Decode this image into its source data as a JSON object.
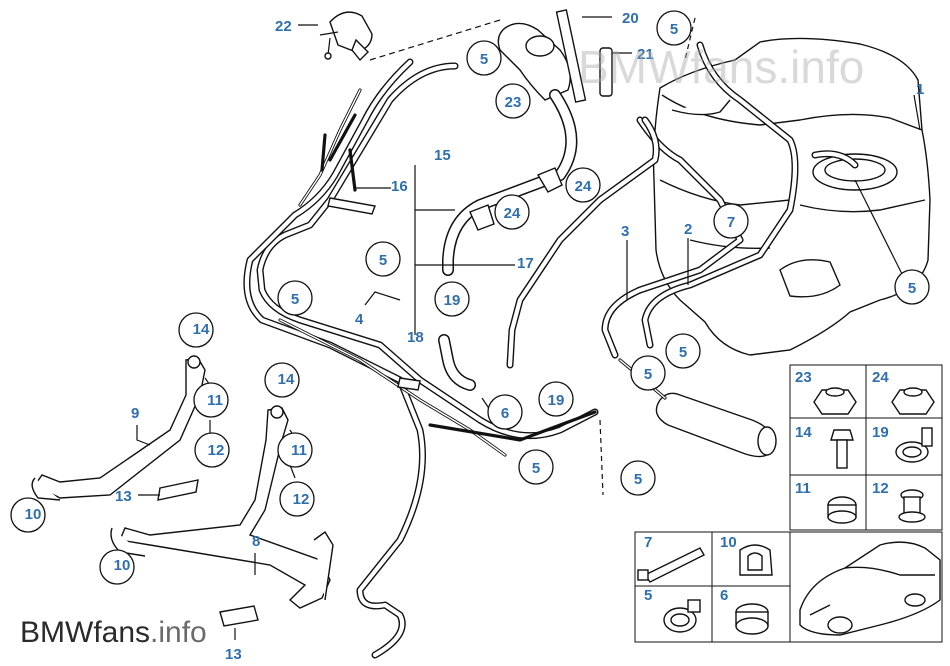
{
  "watermark": {
    "main_prefix": "BMWfans",
    "main_suffix": ".info",
    "faint": "BMWfans.info"
  },
  "callouts": {
    "c1": "1",
    "c2": "2",
    "c3": "3",
    "c4": "4",
    "c5a": "5",
    "c5b": "5",
    "c5c": "5",
    "c5d": "5",
    "c5e": "5",
    "c5f": "5",
    "c5g": "5",
    "c5h": "5",
    "c5i": "5",
    "c6": "6",
    "c7": "7",
    "c8": "8",
    "c9": "9",
    "c10a": "10",
    "c10b": "10",
    "c11a": "11",
    "c11b": "11",
    "c12a": "12",
    "c12b": "12",
    "c13a": "13",
    "c13b": "13",
    "c14a": "14",
    "c14b": "14",
    "c15": "15",
    "c16": "16",
    "c17": "17",
    "c18": "18",
    "c19a": "19",
    "c19b": "19",
    "c20": "20",
    "c21": "21",
    "c22": "22",
    "c23": "23",
    "c24a": "24",
    "c24b": "24"
  },
  "parts_grid": {
    "g23": "23",
    "g24": "24",
    "g14": "14",
    "g19": "19",
    "g11": "11",
    "g12": "12",
    "g7": "7",
    "g10": "10",
    "g5": "5",
    "g6": "6"
  }
}
